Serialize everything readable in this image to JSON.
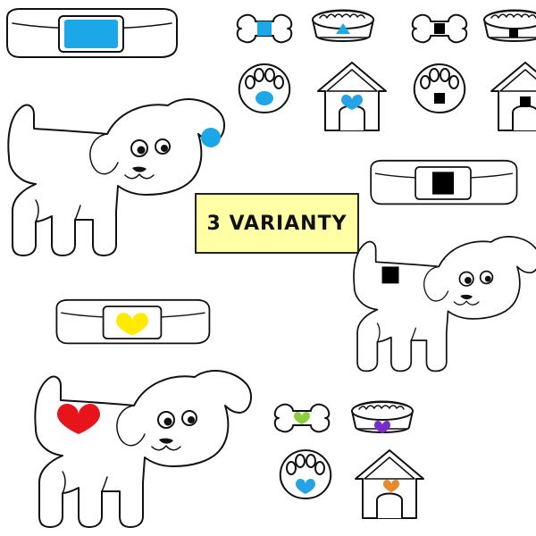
{
  "label": {
    "text": "3 VARIANTY",
    "background": "#ffffa6"
  },
  "variants": [
    {
      "name": "",
      "shape": "circle-and-triangle",
      "color": "#1ba7e8"
    },
    {
      "name": "",
      "shape": "square",
      "color": "#000000"
    },
    {
      "name": "",
      "shape": "heart",
      "color": "#ffea00"
    }
  ],
  "colors": {
    "blue": "#1ba7e8",
    "black": "#000000",
    "yellow": "#ffea00",
    "red": "#e8141c",
    "green": "#8ccf3b",
    "purple": "#7a2cc8",
    "sky": "#26a3e6",
    "orange": "#e88a2a"
  },
  "icons": [
    "collar-icon",
    "bone-icon",
    "food-bowl-icon",
    "paw-icon",
    "dog-house-icon",
    "dog-icon",
    "heart-icon",
    "square-icon",
    "triangle-icon",
    "circle-icon"
  ]
}
